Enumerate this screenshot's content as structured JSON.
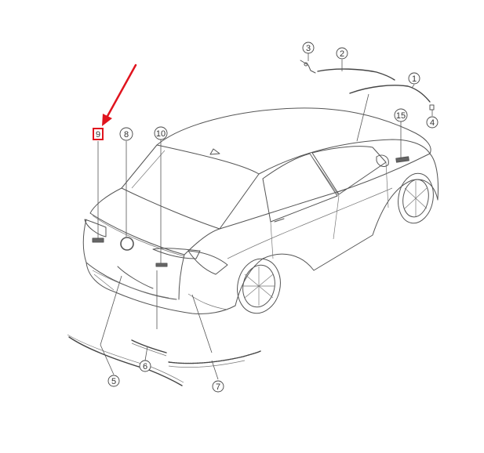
{
  "callouts": [
    {
      "id": "c1",
      "label": "1"
    },
    {
      "id": "c2",
      "label": "2"
    },
    {
      "id": "c3",
      "label": "3"
    },
    {
      "id": "c4",
      "label": "4"
    },
    {
      "id": "c5",
      "label": "5"
    },
    {
      "id": "c6",
      "label": "6"
    },
    {
      "id": "c7",
      "label": "7"
    },
    {
      "id": "c8",
      "label": "8"
    },
    {
      "id": "c9",
      "label": "9"
    },
    {
      "id": "c10",
      "label": "10"
    },
    {
      "id": "c15",
      "label": "15"
    }
  ],
  "highlight": {
    "callout": "9",
    "color": "#e0141e"
  },
  "arrow": {
    "color": "#e0141e"
  },
  "colors": {
    "line": "#555555",
    "callout_border": "#444444"
  }
}
